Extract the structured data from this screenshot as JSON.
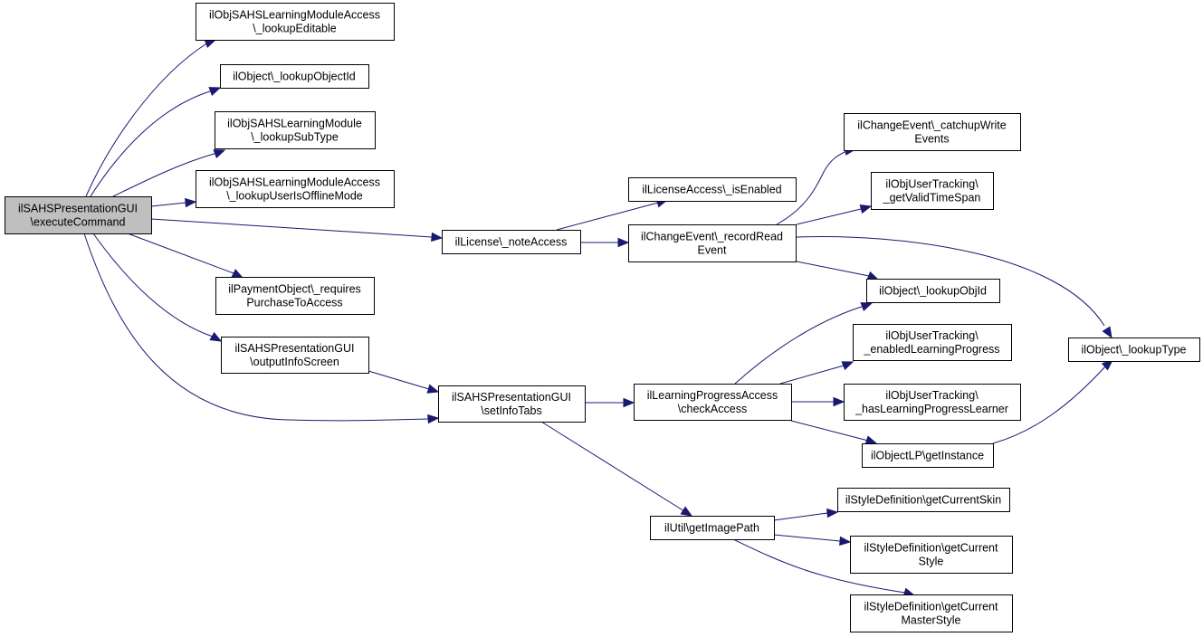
{
  "diagram": {
    "type": "call-graph",
    "colors": {
      "edge": "#191970",
      "root_fill": "#bfbfbf",
      "node_fill": "#ffffff",
      "border": "#000000"
    },
    "nodes": [
      {
        "id": "root",
        "lines": [
          "ilSAHSPresentationGUI",
          "\\executeCommand"
        ],
        "root": true
      },
      {
        "id": "lookupEditable",
        "lines": [
          "ilObjSAHSLearningModuleAccess",
          "\\_lookupEditable"
        ]
      },
      {
        "id": "lookupObjectId",
        "lines": [
          "ilObject\\_lookupObjectId"
        ]
      },
      {
        "id": "lookupSubType",
        "lines": [
          "ilObjSAHSLearningModule",
          "\\_lookupSubType"
        ]
      },
      {
        "id": "lookupUserIsOfflineMode",
        "lines": [
          "ilObjSAHSLearningModuleAccess",
          "\\_lookupUserIsOfflineMode"
        ]
      },
      {
        "id": "noteAccess",
        "lines": [
          "ilLicense\\_noteAccess"
        ]
      },
      {
        "id": "requiresPurchase",
        "lines": [
          "ilPaymentObject\\_requires",
          "PurchaseToAccess"
        ]
      },
      {
        "id": "outputInfoScreen",
        "lines": [
          "ilSAHSPresentationGUI",
          "\\outputInfoScreen"
        ]
      },
      {
        "id": "setInfoTabs",
        "lines": [
          "ilSAHSPresentationGUI",
          "\\setInfoTabs"
        ]
      },
      {
        "id": "isEnabled",
        "lines": [
          "ilLicenseAccess\\_isEnabled"
        ]
      },
      {
        "id": "recordReadEvent",
        "lines": [
          "ilChangeEvent\\_recordRead",
          "Event"
        ]
      },
      {
        "id": "catchupWriteEvents",
        "lines": [
          "ilChangeEvent\\_catchupWrite",
          "Events"
        ]
      },
      {
        "id": "getValidTimeSpan",
        "lines": [
          "ilObjUserTracking\\",
          "_getValidTimeSpan"
        ]
      },
      {
        "id": "lookupObjId",
        "lines": [
          "ilObject\\_lookupObjId"
        ]
      },
      {
        "id": "lookupType",
        "lines": [
          "ilObject\\_lookupType"
        ]
      },
      {
        "id": "checkAccess",
        "lines": [
          "ilLearningProgressAccess",
          "\\checkAccess"
        ]
      },
      {
        "id": "enabledLP",
        "lines": [
          "ilObjUserTracking\\",
          "_enabledLearningProgress"
        ]
      },
      {
        "id": "hasLPLearner",
        "lines": [
          "ilObjUserTracking\\",
          "_hasLearningProgressLearner"
        ]
      },
      {
        "id": "getInstance",
        "lines": [
          "ilObjectLP\\getInstance"
        ]
      },
      {
        "id": "getImagePath",
        "lines": [
          "ilUtil\\getImagePath"
        ]
      },
      {
        "id": "getCurrentSkin",
        "lines": [
          "ilStyleDefinition\\getCurrentSkin"
        ]
      },
      {
        "id": "getCurrentStyle",
        "lines": [
          "ilStyleDefinition\\getCurrent",
          "Style"
        ]
      },
      {
        "id": "getCurrentMasterStyle",
        "lines": [
          "ilStyleDefinition\\getCurrent",
          "MasterStyle"
        ]
      }
    ],
    "edges": [
      [
        "root",
        "lookupEditable"
      ],
      [
        "root",
        "lookupObjectId"
      ],
      [
        "root",
        "lookupSubType"
      ],
      [
        "root",
        "lookupUserIsOfflineMode"
      ],
      [
        "root",
        "noteAccess"
      ],
      [
        "root",
        "requiresPurchase"
      ],
      [
        "root",
        "outputInfoScreen"
      ],
      [
        "root",
        "setInfoTabs"
      ],
      [
        "outputInfoScreen",
        "setInfoTabs"
      ],
      [
        "noteAccess",
        "isEnabled"
      ],
      [
        "noteAccess",
        "recordReadEvent"
      ],
      [
        "recordReadEvent",
        "catchupWriteEvents"
      ],
      [
        "recordReadEvent",
        "getValidTimeSpan"
      ],
      [
        "recordReadEvent",
        "lookupType"
      ],
      [
        "recordReadEvent",
        "lookupObjId"
      ],
      [
        "setInfoTabs",
        "checkAccess"
      ],
      [
        "setInfoTabs",
        "getImagePath"
      ],
      [
        "checkAccess",
        "lookupObjId"
      ],
      [
        "checkAccess",
        "enabledLP"
      ],
      [
        "checkAccess",
        "hasLPLearner"
      ],
      [
        "checkAccess",
        "getInstance"
      ],
      [
        "getInstance",
        "lookupType"
      ],
      [
        "getImagePath",
        "getCurrentSkin"
      ],
      [
        "getImagePath",
        "getCurrentStyle"
      ],
      [
        "getImagePath",
        "getCurrentMasterStyle"
      ]
    ]
  }
}
